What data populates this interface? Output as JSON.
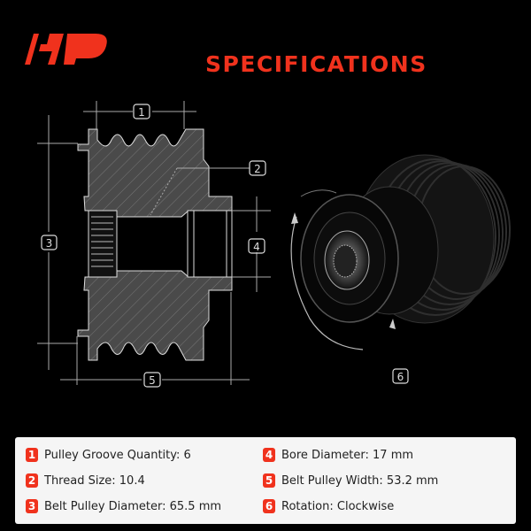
{
  "brand": {
    "logo_icon": "a-premium-logo-icon",
    "accent_color": "#f0321d"
  },
  "title": "SPECIFICATIONS",
  "drawing": {
    "callouts": [
      "1",
      "2",
      "3",
      "4",
      "5"
    ]
  },
  "product": {
    "callout": "6",
    "rotation_icon": "clockwise-rotation-arrow-icon"
  },
  "specs": [
    {
      "num": "1",
      "label": "Pulley Groove Quantity: 6"
    },
    {
      "num": "2",
      "label": "Thread Size: 10.4"
    },
    {
      "num": "3",
      "label": "Belt Pulley Diameter: 65.5 mm"
    },
    {
      "num": "4",
      "label": "Bore Diameter: 17 mm"
    },
    {
      "num": "5",
      "label": "Belt Pulley Width: 53.2 mm"
    },
    {
      "num": "6",
      "label": "Rotation: Clockwise"
    }
  ]
}
